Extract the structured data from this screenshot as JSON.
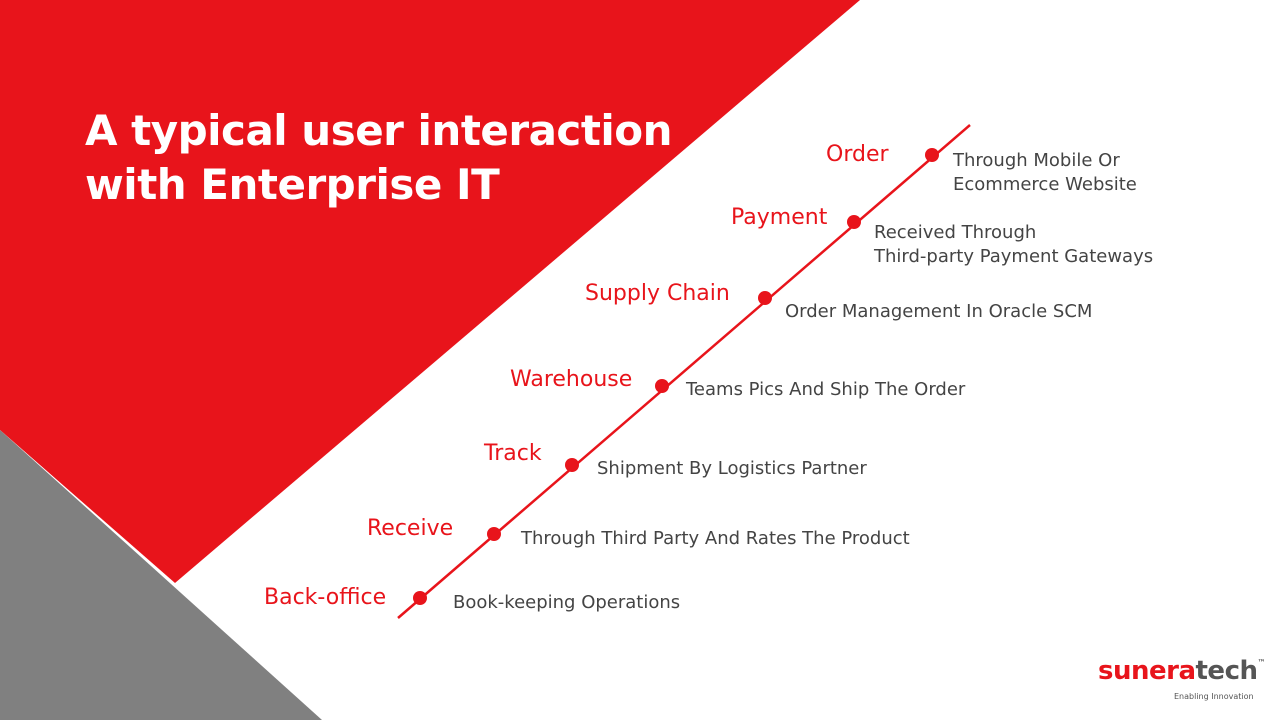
{
  "slide": {
    "title_lines": [
      "A typical user interaction",
      "with Enterprise IT"
    ],
    "colors": {
      "accent": "#e8141b",
      "gray_panel": "#808080",
      "text_dark": "#444444"
    }
  },
  "stages": [
    {
      "label": "Order",
      "description": [
        "Through Mobile Or",
        "Ecommerce Website"
      ]
    },
    {
      "label": "Payment",
      "description": [
        "Received Through",
        "Third-party Payment Gateways"
      ]
    },
    {
      "label": "Supply Chain",
      "description": [
        "Order Management In Oracle SCM"
      ]
    },
    {
      "label": "Warehouse",
      "description": [
        "Teams Pics And Ship The Order"
      ]
    },
    {
      "label": "Track",
      "description": [
        "Shipment By Logistics Partner"
      ]
    },
    {
      "label": "Receive",
      "description": [
        "Through Third Party And Rates The Product"
      ]
    },
    {
      "label": "Back-office",
      "description": [
        "Book-keeping Operations"
      ]
    }
  ],
  "logo": {
    "brand_part1": "sunera",
    "brand_part2": "tech",
    "trademark": "™",
    "tagline": "Enabling Innovation"
  }
}
